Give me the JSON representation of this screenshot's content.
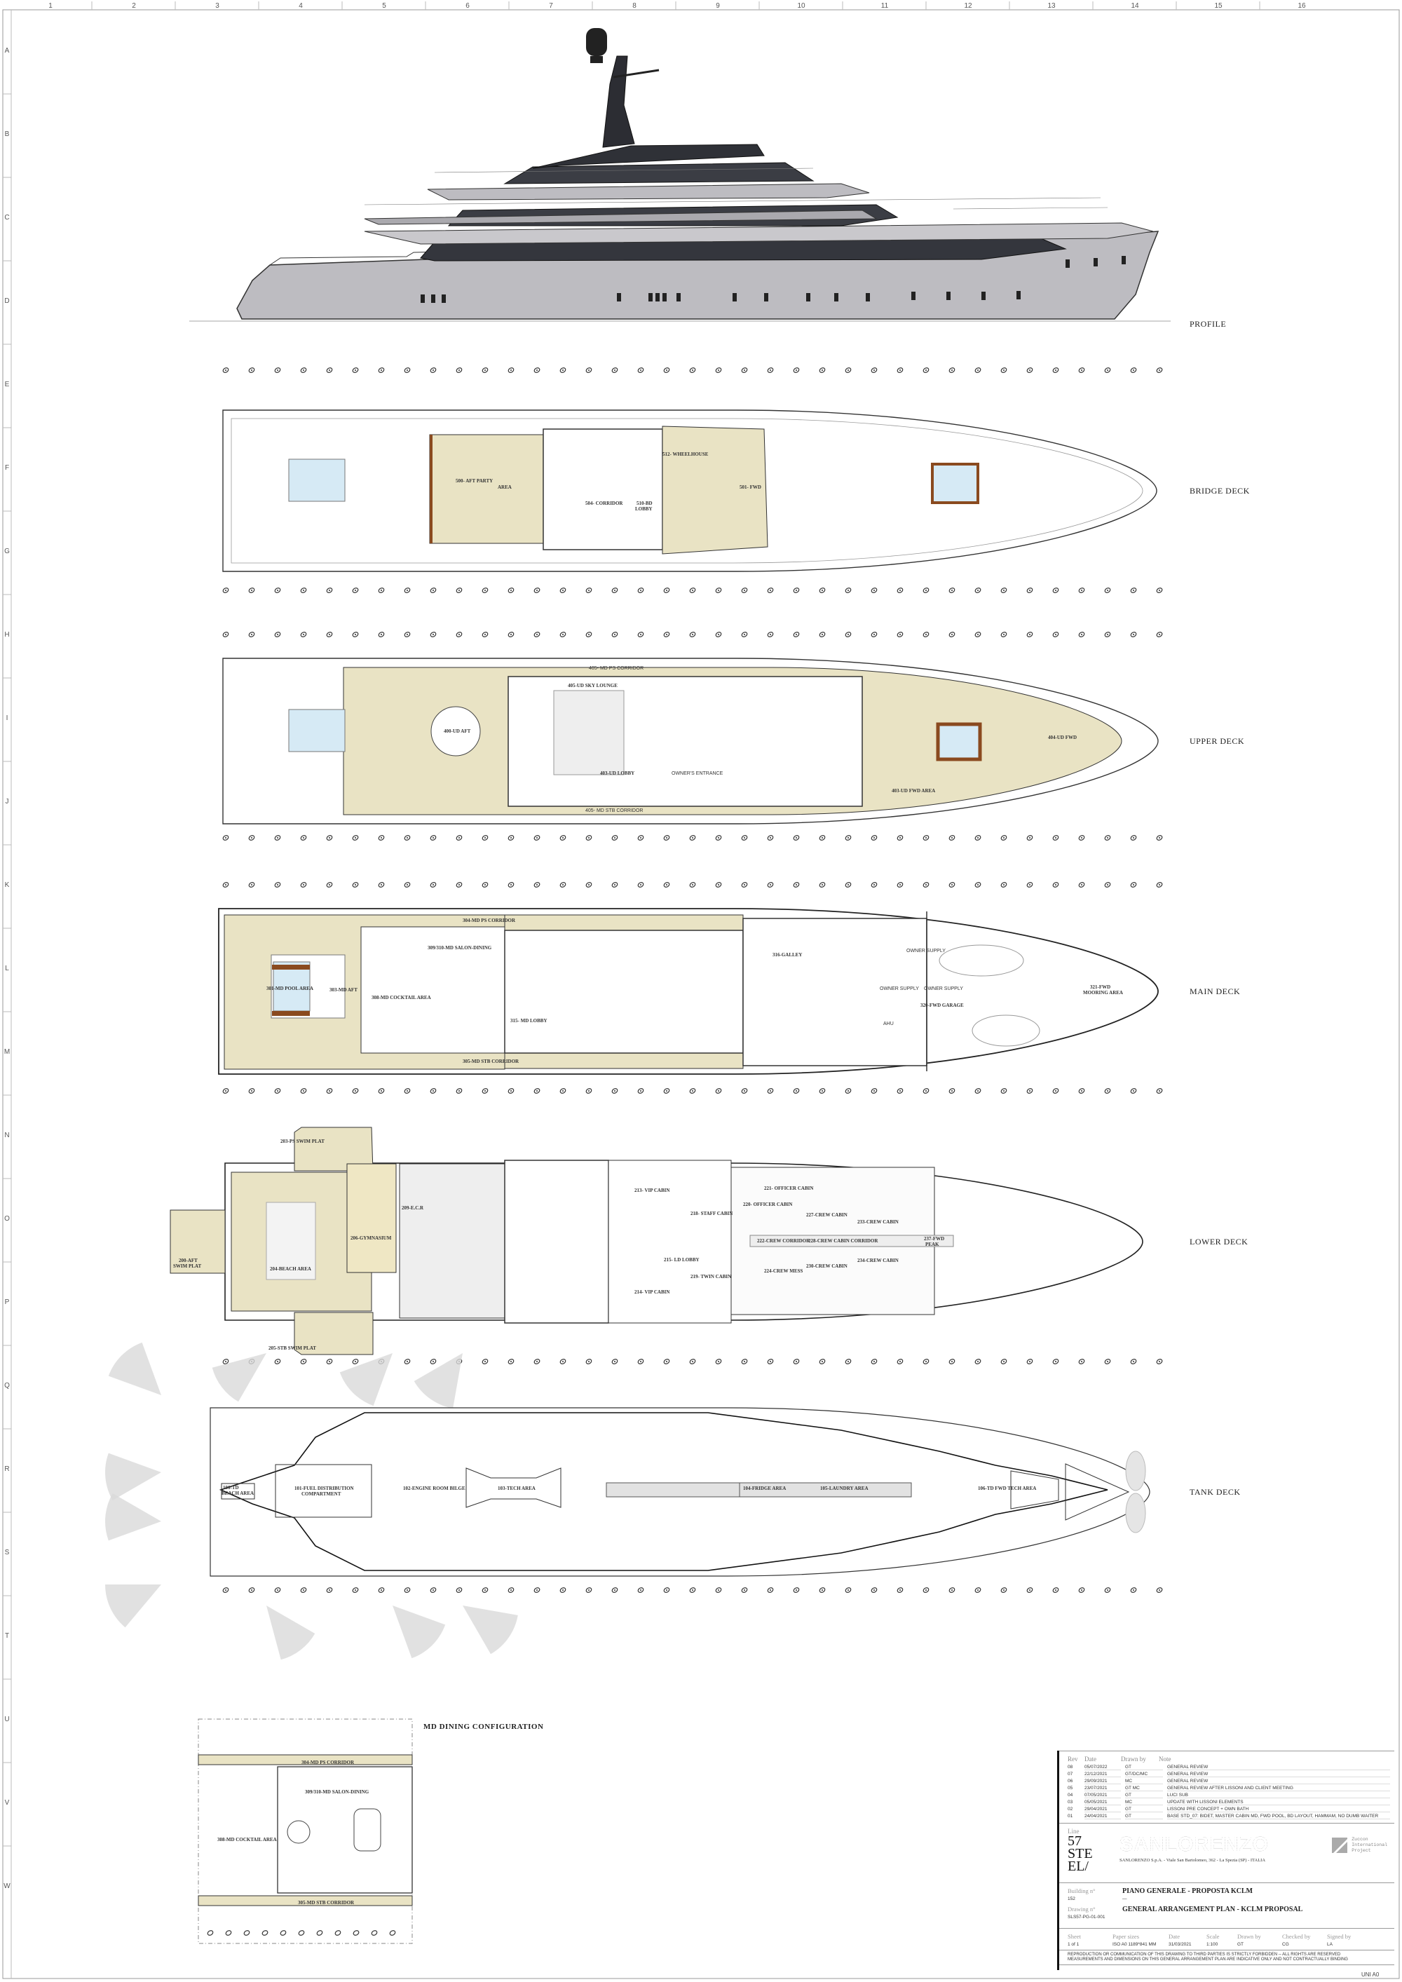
{
  "grid": {
    "columns": [
      "1",
      "2",
      "3",
      "4",
      "5",
      "6",
      "7",
      "8",
      "9",
      "10",
      "11",
      "12",
      "13",
      "14",
      "15",
      "16"
    ],
    "rows": [
      "A",
      "B",
      "C",
      "D",
      "E",
      "F",
      "G",
      "H",
      "I",
      "J",
      "K",
      "L",
      "M",
      "N",
      "O",
      "P",
      "Q",
      "R",
      "S",
      "T",
      "U",
      "V",
      "W"
    ]
  },
  "views": {
    "profile": "PROFILE",
    "bridge": "BRIDGE DECK",
    "upper": "UPPER DECK",
    "main": "MAIN DECK",
    "lower": "LOWER DECK",
    "tank": "TANK DECK",
    "md_dining": "MD DINING CONFIGURATION"
  },
  "bridge_rooms": {
    "aft_party": "500- AFT PARTY",
    "aft_party2": "AREA",
    "corridor": "504- CORRIDOR",
    "lobby": "510-BD",
    "lobby2": "LOBBY",
    "wheelhouse": "512- WHEELHOUSE",
    "fwd": "501- FWD"
  },
  "upper_rooms": {
    "ps_corridor": "405- MD PS CORRIDOR",
    "aft": "400-UD AFT",
    "sky_lounge": "405-UD SKY LOUNGE",
    "lobby": "403-UD LOBBY",
    "owner_entrance": "OWNER'S ENTRANCE",
    "stb_corridor": "405- MD STB CORRIDOR",
    "fwd_area": "403-UD FWD AREA",
    "fwd": "404-UD FWD"
  },
  "main_rooms": {
    "ps_corridor": "304-MD PS CORRIDOR",
    "pool": "301-MD POOL AREA",
    "aft": "303-MD AFT",
    "cocktail": "308-MD COCKTAIL AREA",
    "salon": "309/310-MD SALON-DINING",
    "lobby": "315- MD LOBBY",
    "stb_corridor": "305-MD STB CORRIDOR",
    "galley": "316-GALLEY",
    "owner_supply": "OWNER SUPPLY",
    "owner_supply2": "OWNER SUPPLY",
    "owner_supply3": "OWNER SUPPLY",
    "garage": "320-FWD GARAGE",
    "ahu": "AHU",
    "mooring": "321-FWD",
    "mooring2": "MOORING AREA"
  },
  "lower_rooms": {
    "ps_swim": "203-PS SWIM PLAT",
    "aft_swim": "200-AFT",
    "aft_swim2": "SWIM PLAT",
    "beach": "204-BEACH AREA",
    "gym": "206-GYMNASIUM",
    "ecr": "209-E.C.R",
    "stb_swim": "205-STB SWIM PLAT",
    "vip1": "213- VIP CABIN",
    "vip2": "214- VIP CABIN",
    "lobby": "215- LD LOBBY",
    "staff": "218- STAFF CABIN",
    "twin": "219- TWIN CABIN",
    "officer1": "220- OFFICER CABIN",
    "officer2": "221- OFFICER CABIN",
    "crew_corridor": "222-CREW CORRIDOR",
    "crew_mess": "224-CREW MESS",
    "crew_cabin_corridor": "228-CREW CABIN CORRIDOR",
    "crew1": "227-CREW CABIN",
    "crew2": "230-CREW CABIN",
    "crew3": "233-CREW CABIN",
    "crew4": "234-CREW CABIN",
    "fwd_peak": "237-FWD",
    "fwd_peak2": "PEAK"
  },
  "tank_rooms": {
    "beach": "100-TD",
    "beach2": "BEACH AREA",
    "fuel": "101-FUEL DISTRIBUTION",
    "fuel2": "COMPARTMENT",
    "engine": "102-ENGINE ROOM BILGE",
    "tech": "103-TECH AREA",
    "fridge": "104-FRIDGE AREA",
    "laundry": "105-LAUNDRY AREA",
    "fwd_tech": "106-TD FWD TECH AREA"
  },
  "md_dining_rooms": {
    "ps_corridor": "304-MD PS CORRIDOR",
    "salon": "309/310-MD SALON-DINING",
    "cocktail": "308-MD COCKTAIL AREA",
    "stb_corridor": "305-MD STB CORRIDOR"
  },
  "title_block": {
    "headers": {
      "rev": "Rev",
      "date": "Date",
      "drawn_by": "Drawn by",
      "note": "Note"
    },
    "revisions": [
      {
        "rev": "08",
        "date": "05/07/2022",
        "drawn_by": "GT",
        "note": "GENERAL REVIEW"
      },
      {
        "rev": "07",
        "date": "22/12/2021",
        "drawn_by": "GT/DC/MC",
        "note": "GENERAL REVIEW"
      },
      {
        "rev": "06",
        "date": "29/09/2021",
        "drawn_by": "MC",
        "note": "GENERAL REVIEW"
      },
      {
        "rev": "05",
        "date": "23/07/2021",
        "drawn_by": "GT MC",
        "note": "GENERAL REVIEW AFTER LISSONI AND CLIENT MEETING"
      },
      {
        "rev": "04",
        "date": "07/05/2021",
        "drawn_by": "GT",
        "note": "LUCI SUB"
      },
      {
        "rev": "03",
        "date": "05/05/2021",
        "drawn_by": "MC",
        "note": "UPDATE WITH LISSONI ELEMENTS"
      },
      {
        "rev": "02",
        "date": "29/04/2021",
        "drawn_by": "GT",
        "note": "LISSONI PRE CONCEPT + OWN BATH"
      },
      {
        "rev": "01",
        "date": "24/04/2021",
        "drawn_by": "GT",
        "note": "BASE STD_07: BIDET, MASTER CABIN MD, FWD POOL, BD LAYOUT, HAMMAM, NO DUMB WAITER"
      }
    ],
    "line_label": "Line",
    "line_value": [
      "57",
      "STE",
      "EL/"
    ],
    "brand": "SANLORENZO",
    "address": "SANLORENZO S.p.A. - Viale San Bartolomeo, 362 - La Spezia (SP) - ITALIA",
    "partner": [
      "Zuccon",
      "International",
      "Project"
    ],
    "building_label": "Building n°",
    "building_value": "152",
    "title_it": "PIANO GENERALE - PROPOSTA KCLM",
    "title_dash": "—",
    "drawing_label": "Drawing n°",
    "drawing_value": "SLS57-PG-01-001",
    "title_en": "GENERAL ARRANGEMENT PLAN - KCLM PROPOSAL",
    "sheet": {
      "sheet_label": "Sheet",
      "sheet_value": "1 of 1",
      "paper_label": "Paper sizes",
      "paper_value": "ISO A0 1189*841 MM",
      "date_label": "Date",
      "date_value": "31/03/2021",
      "scale_label": "Scale",
      "scale_value": "1:100",
      "drawn_label": "Drawn by",
      "drawn_value": "GT",
      "checked_label": "Checked by",
      "checked_value": "CG",
      "signed_label": "Signed by",
      "signed_value": "LA"
    },
    "notice1": "REPRODUCTION OR COMMUNICATION OF THIS DRAWING TO THIRD PARTIES IS STRICTLY FORBIDDEN -- ALL RIGHTS ARE RESERVED",
    "notice2": "MEASUREMENTS AND DIMENSIONS ON THIS GENERAL ARRANGEMENT PLAN ARE INDICATIVE ONLY AND NOT CONTRACTUALLY BINDING"
  },
  "paper_format": "UNI A0",
  "colors": {
    "deck_teak": "#e9e3c4",
    "pool": "#d6eaf5",
    "hull_grey": "#b9b8bd",
    "glass_dark": "#3b3d44",
    "wood": "#8a4a1f"
  }
}
